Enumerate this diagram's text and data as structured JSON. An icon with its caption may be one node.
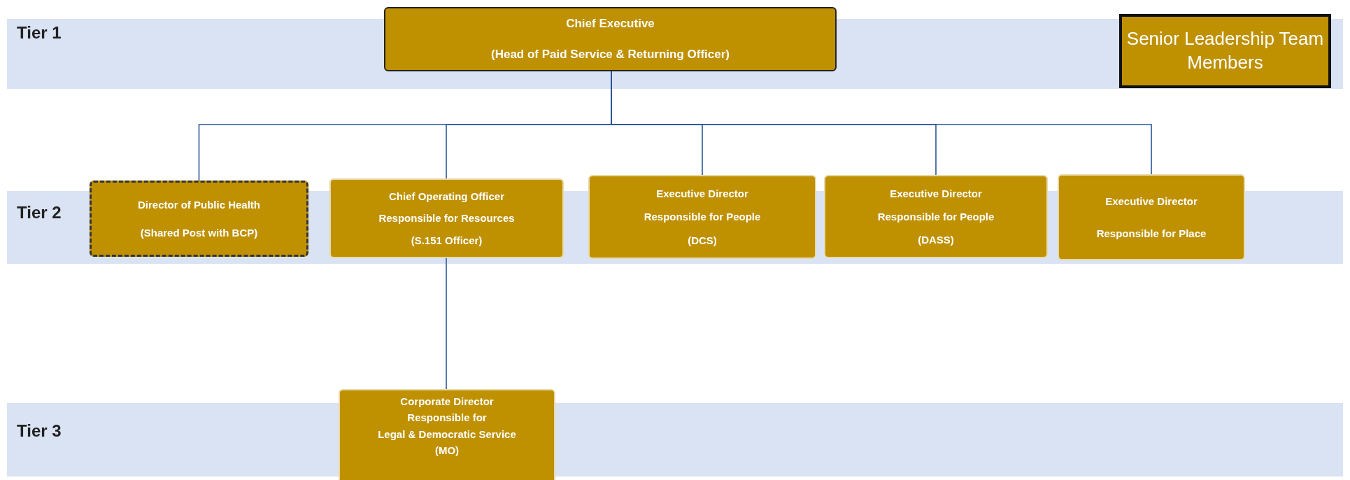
{
  "diagram": {
    "nodes": [
      {
        "text": [
          "Chief Executive",
          "(Head of Paid Service & Returning Officer)"
        ]
      },
      {
        "text": [
          "Director of Public Health",
          "(Shared Post with BCP)"
        ]
      },
      {
        "text": [
          "Chief Operating Officer",
          "Responsible for Resources",
          "(S.151 Officer)"
        ]
      },
      {
        "text": [
          "Executive Director",
          "Responsible for People",
          "(DCS)"
        ]
      },
      {
        "text": [
          "Executive Director",
          "Responsible for People",
          "(DASS)"
        ]
      },
      {
        "text": [
          "Executive Director",
          "Responsible for Place"
        ]
      },
      {
        "text": [
          "Corporate Director",
          "Responsible for",
          "Legal & Democratic Service",
          "(MO)"
        ]
      }
    ],
    "edges": [
      {
        "from": 0,
        "to": 1,
        "arrow": "none"
      },
      {
        "from": 0,
        "to": 2,
        "arrow": "none"
      },
      {
        "from": 0,
        "to": 3,
        "arrow": "none"
      },
      {
        "from": 0,
        "to": 4,
        "arrow": "none"
      },
      {
        "from": 0,
        "to": 5,
        "arrow": "none"
      },
      {
        "from": 2,
        "to": 6,
        "arrow": "none"
      }
    ],
    "labels": [
      "Tier 1",
      "Tier 2",
      "Tier 3"
    ],
    "legend": [
      {
        "text": "Senior Leadership Team Members",
        "color": "#bf9000"
      }
    ]
  }
}
